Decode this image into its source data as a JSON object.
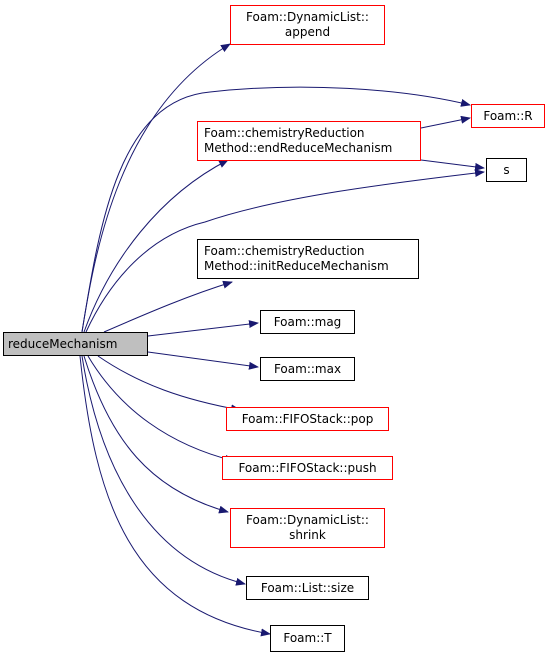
{
  "graph": {
    "root": "reduceMechanism",
    "edge_color": "#191970",
    "nodes": {
      "append": [
        "Foam::DynamicList::",
        "append"
      ],
      "R": [
        "Foam::R"
      ],
      "endReduce": [
        "Foam::chemistryReduction",
        "Method::endReduceMechanism"
      ],
      "s": [
        "s"
      ],
      "initReduce": [
        "Foam::chemistryReduction",
        "Method::initReduceMechanism"
      ],
      "mag": [
        "Foam::mag"
      ],
      "max": [
        "Foam::max"
      ],
      "pop": [
        "Foam::FIFOStack::pop"
      ],
      "push": [
        "Foam::FIFOStack::push"
      ],
      "shrink": [
        "Foam::DynamicList::",
        "shrink"
      ],
      "size": [
        "Foam::List::size"
      ],
      "T": [
        "Foam::T"
      ]
    }
  }
}
